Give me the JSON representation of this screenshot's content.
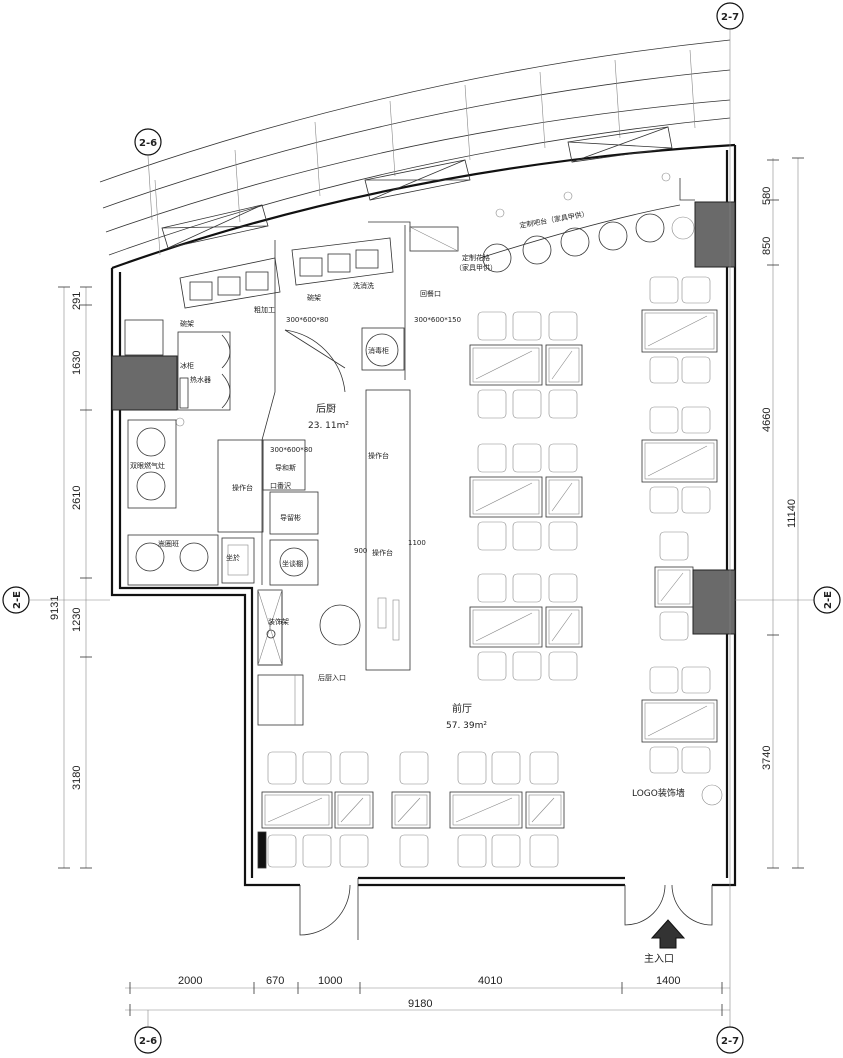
{
  "grid": {
    "top_right": "2-7",
    "top_left": "2-6",
    "left": "2-E",
    "right": "2-E",
    "bottom_left": "2-6",
    "bottom_right": "2-7"
  },
  "rooms": {
    "back_kitchen_name": "后厨",
    "back_kitchen_area": "23. 11m²",
    "front_hall_name": "前厅",
    "front_hall_area": "57. 39m²"
  },
  "labels": {
    "custom_bar": "定制吧台（家具甲供）",
    "custom_lattice_1": "定制花格",
    "custom_lattice_2": "（家具甲供）",
    "return_port": "回餐口",
    "rough_process": "粗加工",
    "bowl_rack_1": "碗架",
    "wash_sink": "洗消洗",
    "bowl_rack_2": "碗架",
    "size_1": "300*600*80",
    "size_2": "300*600*150",
    "disinfect_cabinet": "消毒柜",
    "fridge": "冰柜",
    "water_heater": "热水器",
    "double_burner": "双眼燃气灶",
    "work_table_1": "操作台",
    "work_table_2": "操作台",
    "work_table_3": "操作台",
    "size_3": "300*600*80",
    "mirror_1": "导和斯",
    "mirror_2": "口番沢",
    "mirror_3": "导留彬",
    "mirror_4": "坐谈棚",
    "mirror_5": "嵩圈班",
    "mirror_6": "坐於",
    "rack": "装饰架",
    "dim_900": "900",
    "dim_1100": "1100",
    "kitchen_entry": "后厨入口",
    "logo_wall": "LOGO装饰墙",
    "main_entry": "主入口"
  },
  "dimensions": {
    "left": [
      "291",
      "1630",
      "2610",
      "1230",
      "3180"
    ],
    "left_total": "9131",
    "right": [
      "580",
      "850",
      "4660",
      "3740"
    ],
    "right_total": "11140",
    "bottom": [
      "2000",
      "670",
      "1000",
      "4010",
      "1400"
    ],
    "bottom_total": "9180"
  }
}
